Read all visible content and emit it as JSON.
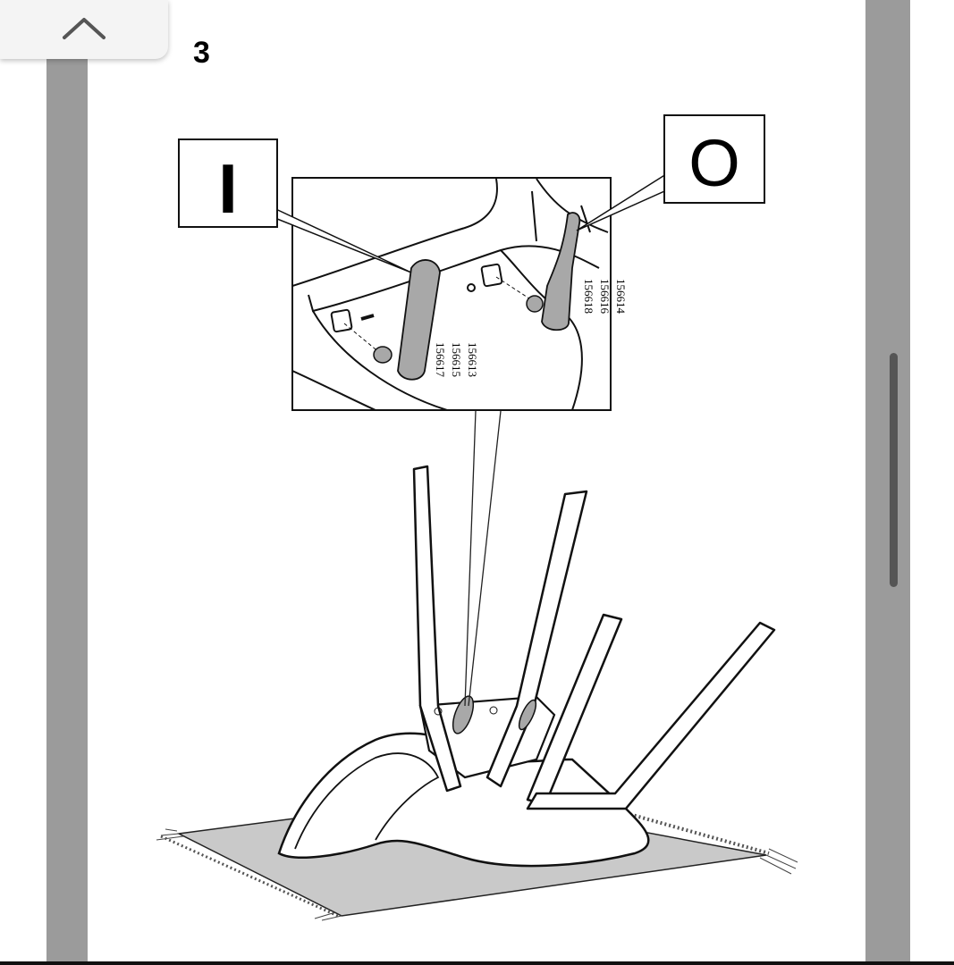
{
  "viewer": {
    "collapse_icon": "chevron-up-icon"
  },
  "step": {
    "number": "3"
  },
  "callouts": {
    "left_label": "I",
    "right_label": "O"
  },
  "parts": {
    "left": [
      "156613",
      "156615",
      "156617"
    ],
    "right": [
      "156614",
      "156616",
      "156618"
    ]
  }
}
